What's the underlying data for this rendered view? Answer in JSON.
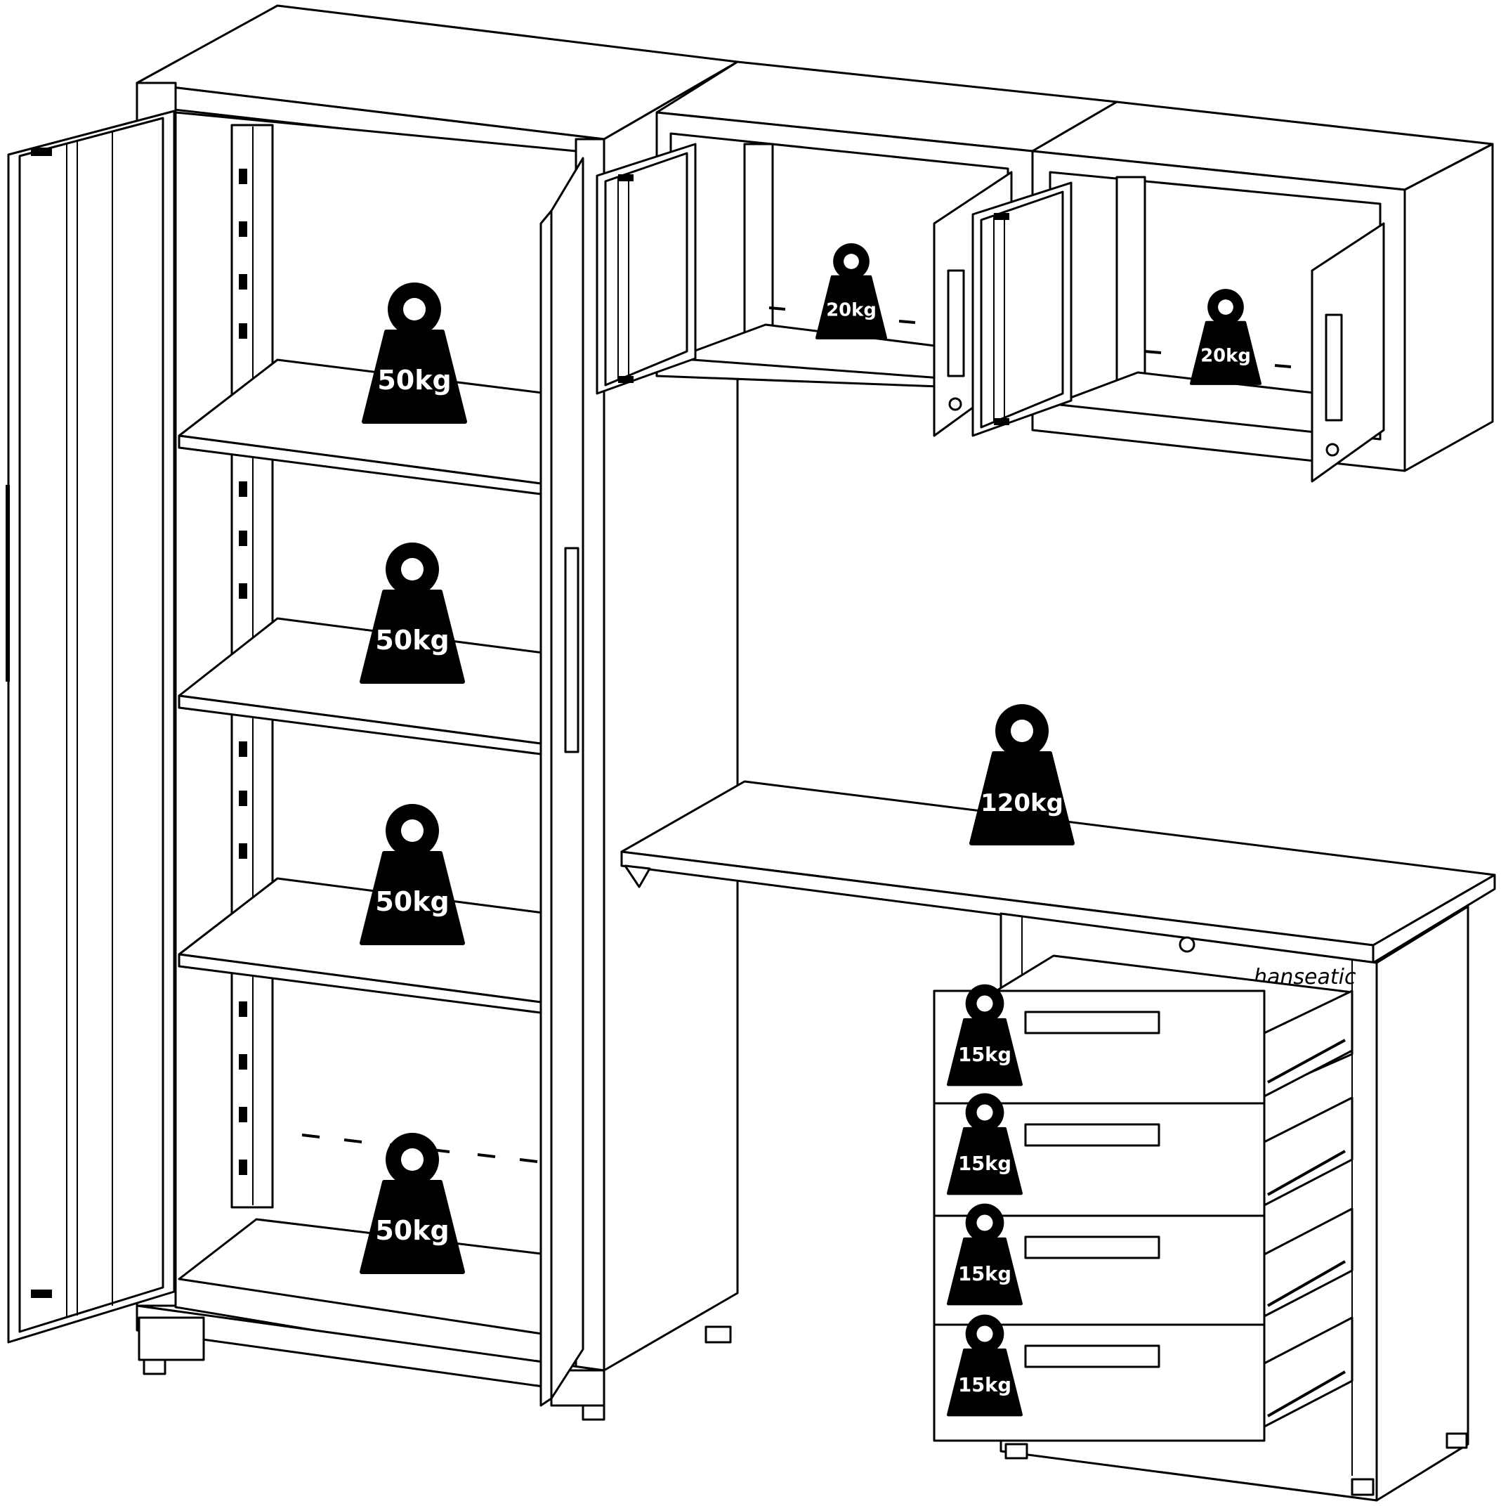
{
  "diagram": {
    "brand_label": "hanseatic",
    "load_labels": {
      "tall_shelf_1": "50kg",
      "tall_shelf_2": "50kg",
      "tall_shelf_3": "50kg",
      "tall_bottom": "50kg",
      "wall_cabinet_left": "20kg",
      "wall_cabinet_right": "20kg",
      "worktop": "120kg",
      "drawer_1": "15kg",
      "drawer_2": "15kg",
      "drawer_3": "15kg",
      "drawer_4": "15kg"
    },
    "colors": {
      "line": "#000000",
      "fill": "#ffffff",
      "weight_fill": "#000000",
      "weight_text": "#ffffff"
    }
  }
}
